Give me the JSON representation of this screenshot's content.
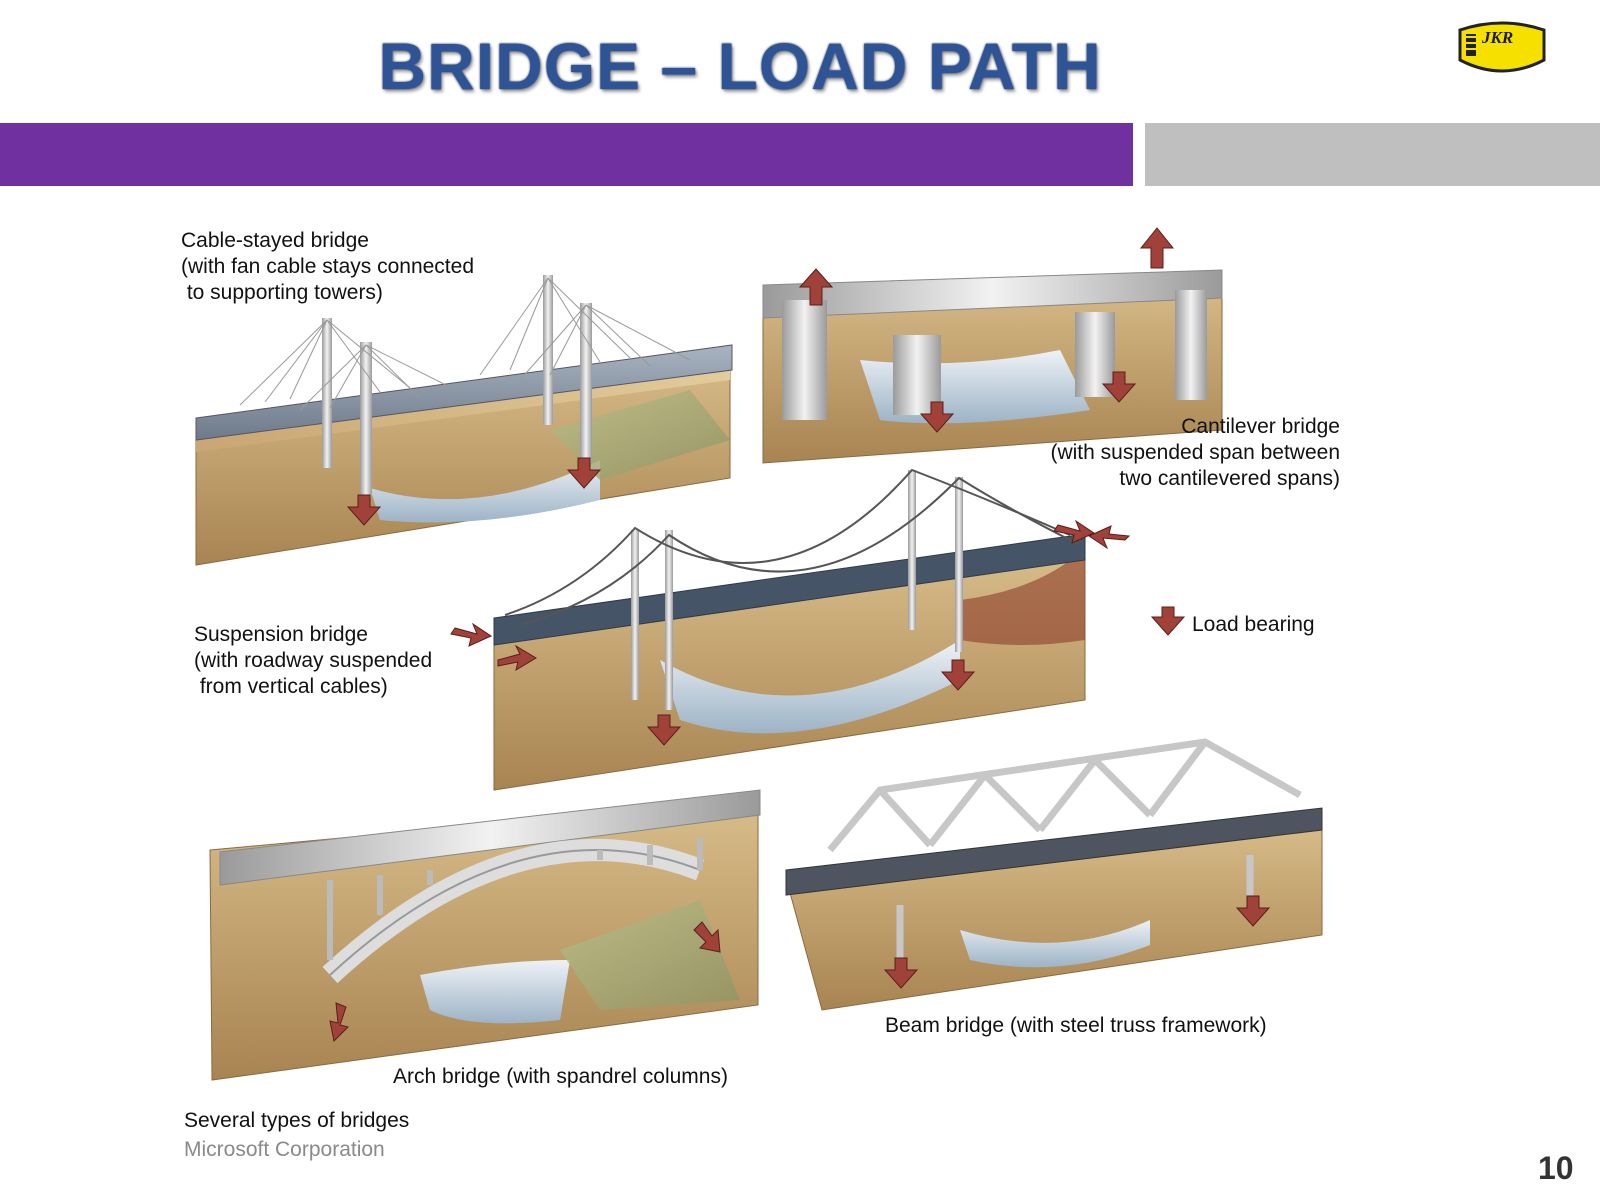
{
  "slide": {
    "title": "BRIDGE – LOAD PATH",
    "page_number": "10",
    "logo_text": "JKR",
    "colors": {
      "title": "#2f5496",
      "band_primary": "#7030a0",
      "band_secondary": "#bfbfbf",
      "arrow": "#a0413a",
      "logo_yellow": "#f5e000"
    }
  },
  "diagram": {
    "labels": {
      "cable_stayed": "Cable-stayed bridge\n(with fan cable stays connected\n to supporting towers)",
      "cantilever": "Cantilever bridge\n(with suspended span between\ntwo cantilevered spans)",
      "suspension": "Suspension bridge\n(with roadway suspended\n from vertical cables)",
      "legend": "Load bearing",
      "beam": "Beam bridge (with steel truss framework)",
      "arch": "Arch bridge (with spandrel columns)",
      "caption": "Several types of bridges",
      "credit": "Microsoft Corporation"
    },
    "legend_icon": "down-arrow-icon"
  }
}
